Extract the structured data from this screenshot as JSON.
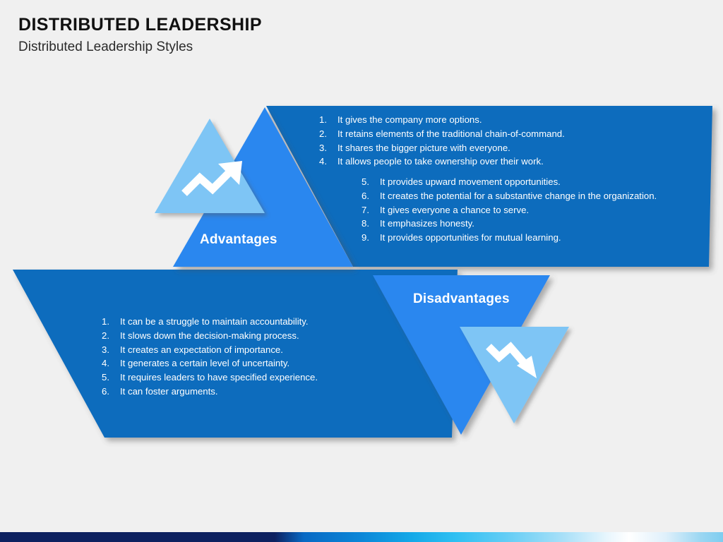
{
  "header": {
    "title": "DISTRIBUTED LEADERSHIP",
    "subtitle": "Distributed Leadership Styles"
  },
  "colors": {
    "background": "#f0f0f0",
    "dark_blue": "#0b6cbd",
    "medium_blue": "#2b87ef",
    "light_blue": "#7ec5f5",
    "text_white": "#ffffff",
    "title_black": "#111111",
    "bar_navy": "#0d2160",
    "bar_cyan": "#2fc0f2"
  },
  "advantages": {
    "label": "Advantages",
    "icon": "trend-up-arrow-icon",
    "items_primary": [
      {
        "num": "1.",
        "text": "It gives the company more options."
      },
      {
        "num": "2.",
        "text": "It retains elements of the traditional chain-of-command."
      },
      {
        "num": "3.",
        "text": "It shares the bigger picture with everyone."
      },
      {
        "num": "4.",
        "text": "It allows people to take ownership over their work."
      }
    ],
    "items_secondary": [
      {
        "num": "5.",
        "text": "It provides upward movement opportunities."
      },
      {
        "num": "6.",
        "text": "It creates the potential for a substantive change in the organization."
      },
      {
        "num": "7.",
        "text": "It gives everyone a chance to serve."
      },
      {
        "num": "8.",
        "text": "It emphasizes honesty."
      },
      {
        "num": "9.",
        "text": "It provides opportunities for mutual learning."
      }
    ]
  },
  "disadvantages": {
    "label": "Disadvantages",
    "icon": "trend-down-arrow-icon",
    "items": [
      {
        "num": "1.",
        "text": "It can be a struggle to maintain accountability."
      },
      {
        "num": "2.",
        "text": "It slows down the decision-making process."
      },
      {
        "num": "3.",
        "text": "It creates an expectation of importance."
      },
      {
        "num": "4.",
        "text": "It generates a certain level of uncertainty."
      },
      {
        "num": "5.",
        "text": "It requires leaders to have specified experience."
      },
      {
        "num": "6.",
        "text": "It can foster arguments."
      }
    ]
  }
}
